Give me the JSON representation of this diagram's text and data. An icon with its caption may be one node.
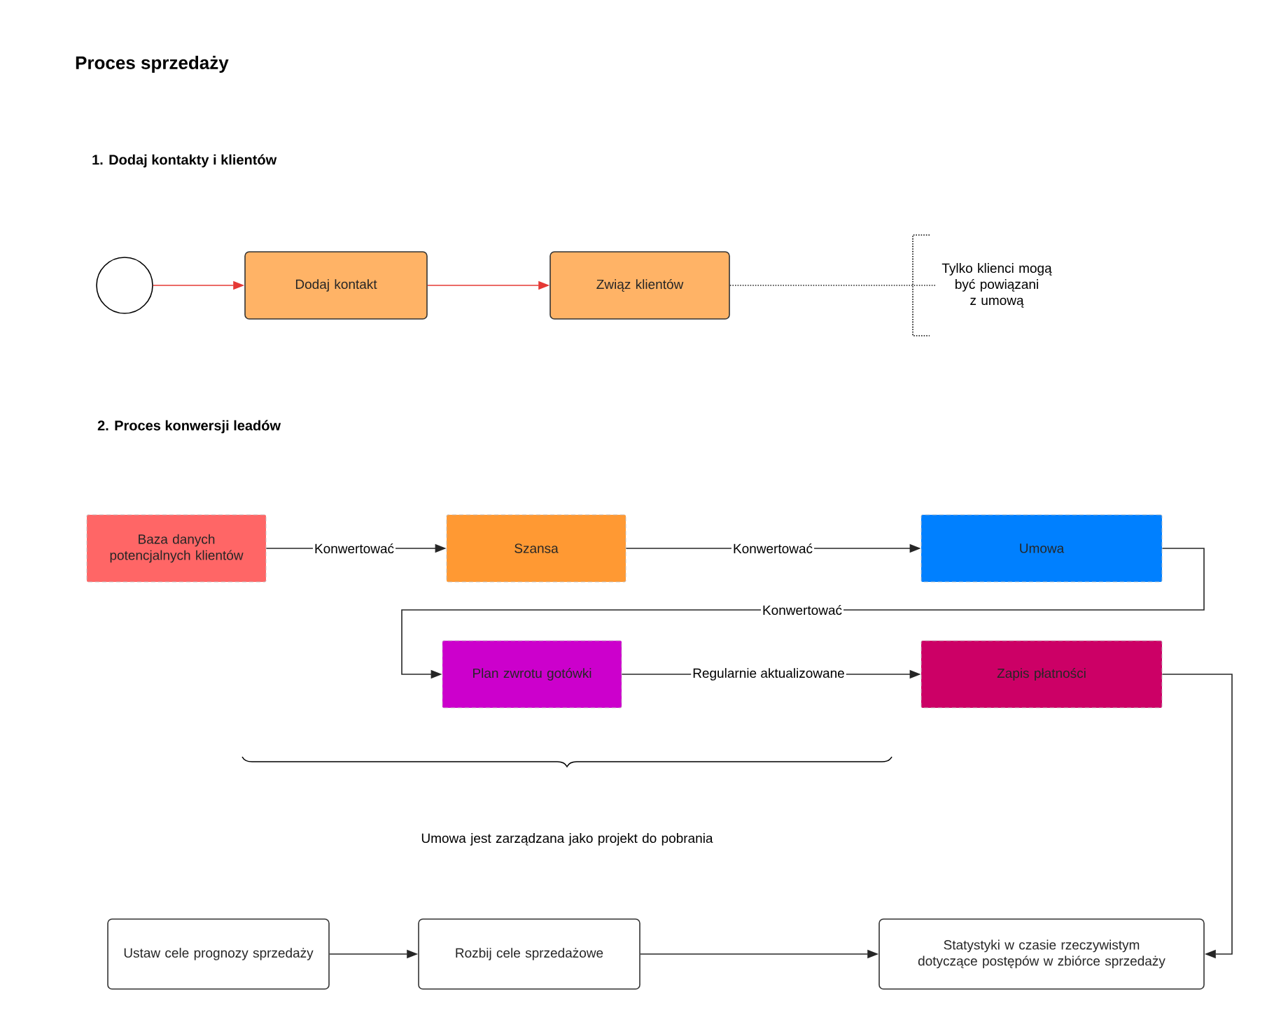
{
  "diagram": {
    "title": "Proces sprzedaży",
    "nodes": [
      {
        "text": [],
        "shape": "circle"
      },
      {
        "text": [
          "Dodaj kontakt"
        ]
      },
      {
        "text": [
          "Związ klientów"
        ]
      },
      {
        "text": [
          "Tylko klienci mogą być powiązani z umową"
        ]
      },
      {
        "text": [
          "Baza danych potencjalnych klientów"
        ]
      },
      {
        "text": [
          "Szansa"
        ]
      },
      {
        "text": [
          "Umowa"
        ]
      },
      {
        "text": [
          "Plan zwrotu gotówki"
        ]
      },
      {
        "text": [
          "Zapis płatności"
        ]
      },
      {
        "text": [
          "Ustaw cele prognozy sprzedaży"
        ]
      },
      {
        "text": [
          "Rozbij cele sprzedażowe"
        ]
      },
      {
        "text": [
          "Statystyki w czasie rzeczywistym dotyczące postępów w zbiórce sprzedaży"
        ]
      }
    ],
    "edges": [
      {
        "from": 0,
        "to": 1,
        "arrow": "to",
        "color": "#e53935"
      },
      {
        "from": 1,
        "to": 2,
        "arrow": "to",
        "color": "#e53935"
      },
      {
        "from": 2,
        "to": 3,
        "arrow": "none",
        "style": "dashed"
      },
      {
        "from": 4,
        "to": 5,
        "arrow": "to",
        "label": "Konwertować"
      },
      {
        "from": 5,
        "to": 6,
        "arrow": "to",
        "label": "Konwertować"
      },
      {
        "from": 6,
        "to": 7,
        "arrow": "to",
        "label": "Konwertować"
      },
      {
        "from": 7,
        "to": 8,
        "arrow": "to",
        "label": "Regularnie aktualizowane"
      },
      {
        "from": 8,
        "to": 11,
        "arrow": "to"
      },
      {
        "from": 9,
        "to": 10,
        "arrow": "to"
      },
      {
        "from": 10,
        "to": 11,
        "arrow": "to"
      }
    ],
    "labels": [
      "1. Dodaj kontakty i klientów",
      "2. Proces konwersji leadów",
      "Umowa jest zarządzana jako projekt do pobrania"
    ]
  }
}
